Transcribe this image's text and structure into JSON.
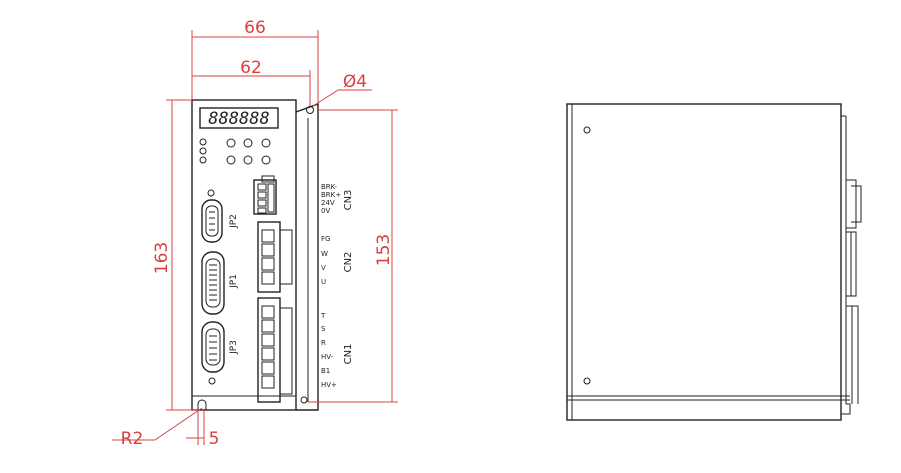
{
  "dimensions": {
    "overall_width": "66",
    "body_width": "62",
    "hole": "Ø4",
    "height_left": "163",
    "height_right": "153",
    "radius": "R2",
    "offset": "5"
  },
  "display": {
    "digits": "888888"
  },
  "connectors": {
    "cn3": {
      "label": "CN3",
      "pins": [
        "BRK-",
        "BRK+",
        "24V",
        "0V"
      ]
    },
    "cn2": {
      "label": "CN2",
      "pins": [
        "FG",
        "W",
        "V",
        "U"
      ]
    },
    "cn1": {
      "label": "CN1",
      "pins": [
        "T",
        "S",
        "R",
        "HV-",
        "B1",
        "HV+"
      ]
    },
    "jp2": "JP2",
    "jp1": "JP1",
    "jp3": "JP3"
  },
  "colors": {
    "dimension": "#d84040",
    "outline": "#222222"
  }
}
